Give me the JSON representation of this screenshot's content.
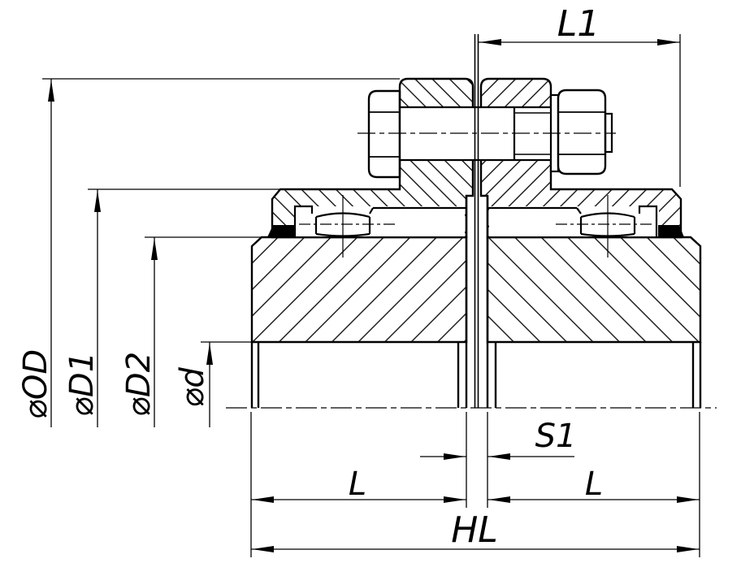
{
  "drawing": {
    "title": "flange-coupling-section",
    "colors": {
      "line": "#000000",
      "background": "#ffffff"
    },
    "dimensions": {
      "l1": "L1",
      "s1": "S1",
      "l_left": "L",
      "l_right": "L",
      "hl": "HL",
      "dia_od": "⌀OD",
      "dia_d1": "⌀D1",
      "dia_d2": "⌀D2",
      "dia_d": "⌀d"
    }
  }
}
